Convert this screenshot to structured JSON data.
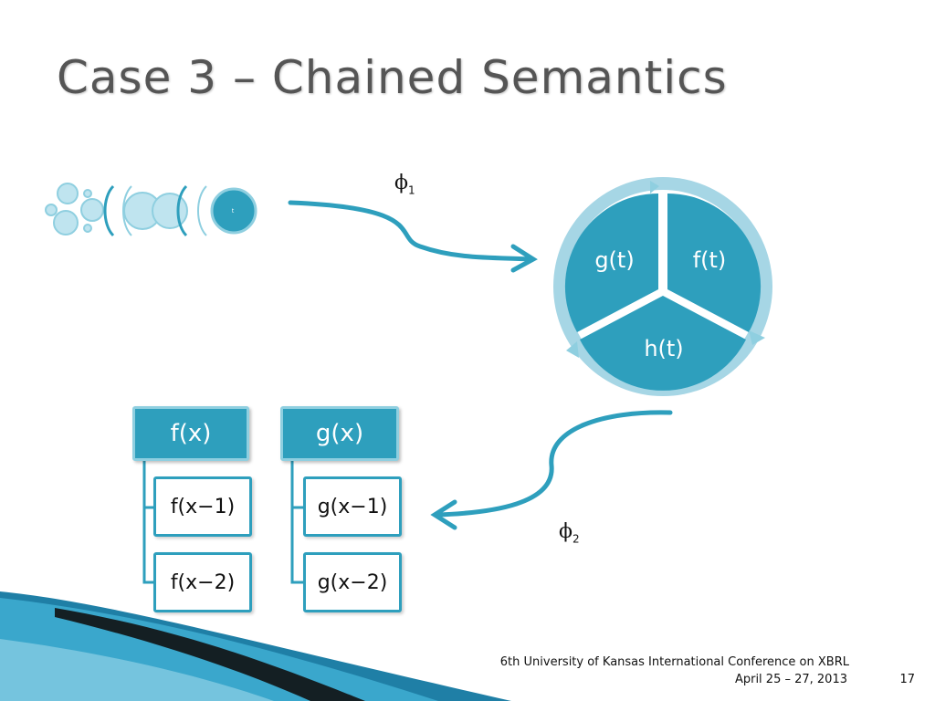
{
  "slide": {
    "title": "Case 3 – Chained Semantics",
    "phi1": {
      "symbol": "ϕ",
      "sub": "1"
    },
    "phi2": {
      "symbol": "ϕ",
      "sub": "2"
    },
    "bubble_label": "t",
    "wheel": {
      "segments": [
        {
          "label": "g(t)"
        },
        {
          "label": "f(t)"
        },
        {
          "label": "h(t)"
        }
      ]
    },
    "trees": [
      {
        "top": "f(x)",
        "children": [
          "f(x−1)",
          "f(x−2)"
        ]
      },
      {
        "top": "g(x)",
        "children": [
          "g(x−1)",
          "g(x−2)"
        ]
      }
    ],
    "footer": {
      "conference": "6th University of Kansas International Conference on XBRL",
      "dates": "April 25 – 27, 2013",
      "page_number": "17"
    }
  },
  "colors": {
    "accent": "#2e9fbd",
    "accent_light": "#8fcfe0",
    "title_text": "#555555"
  }
}
